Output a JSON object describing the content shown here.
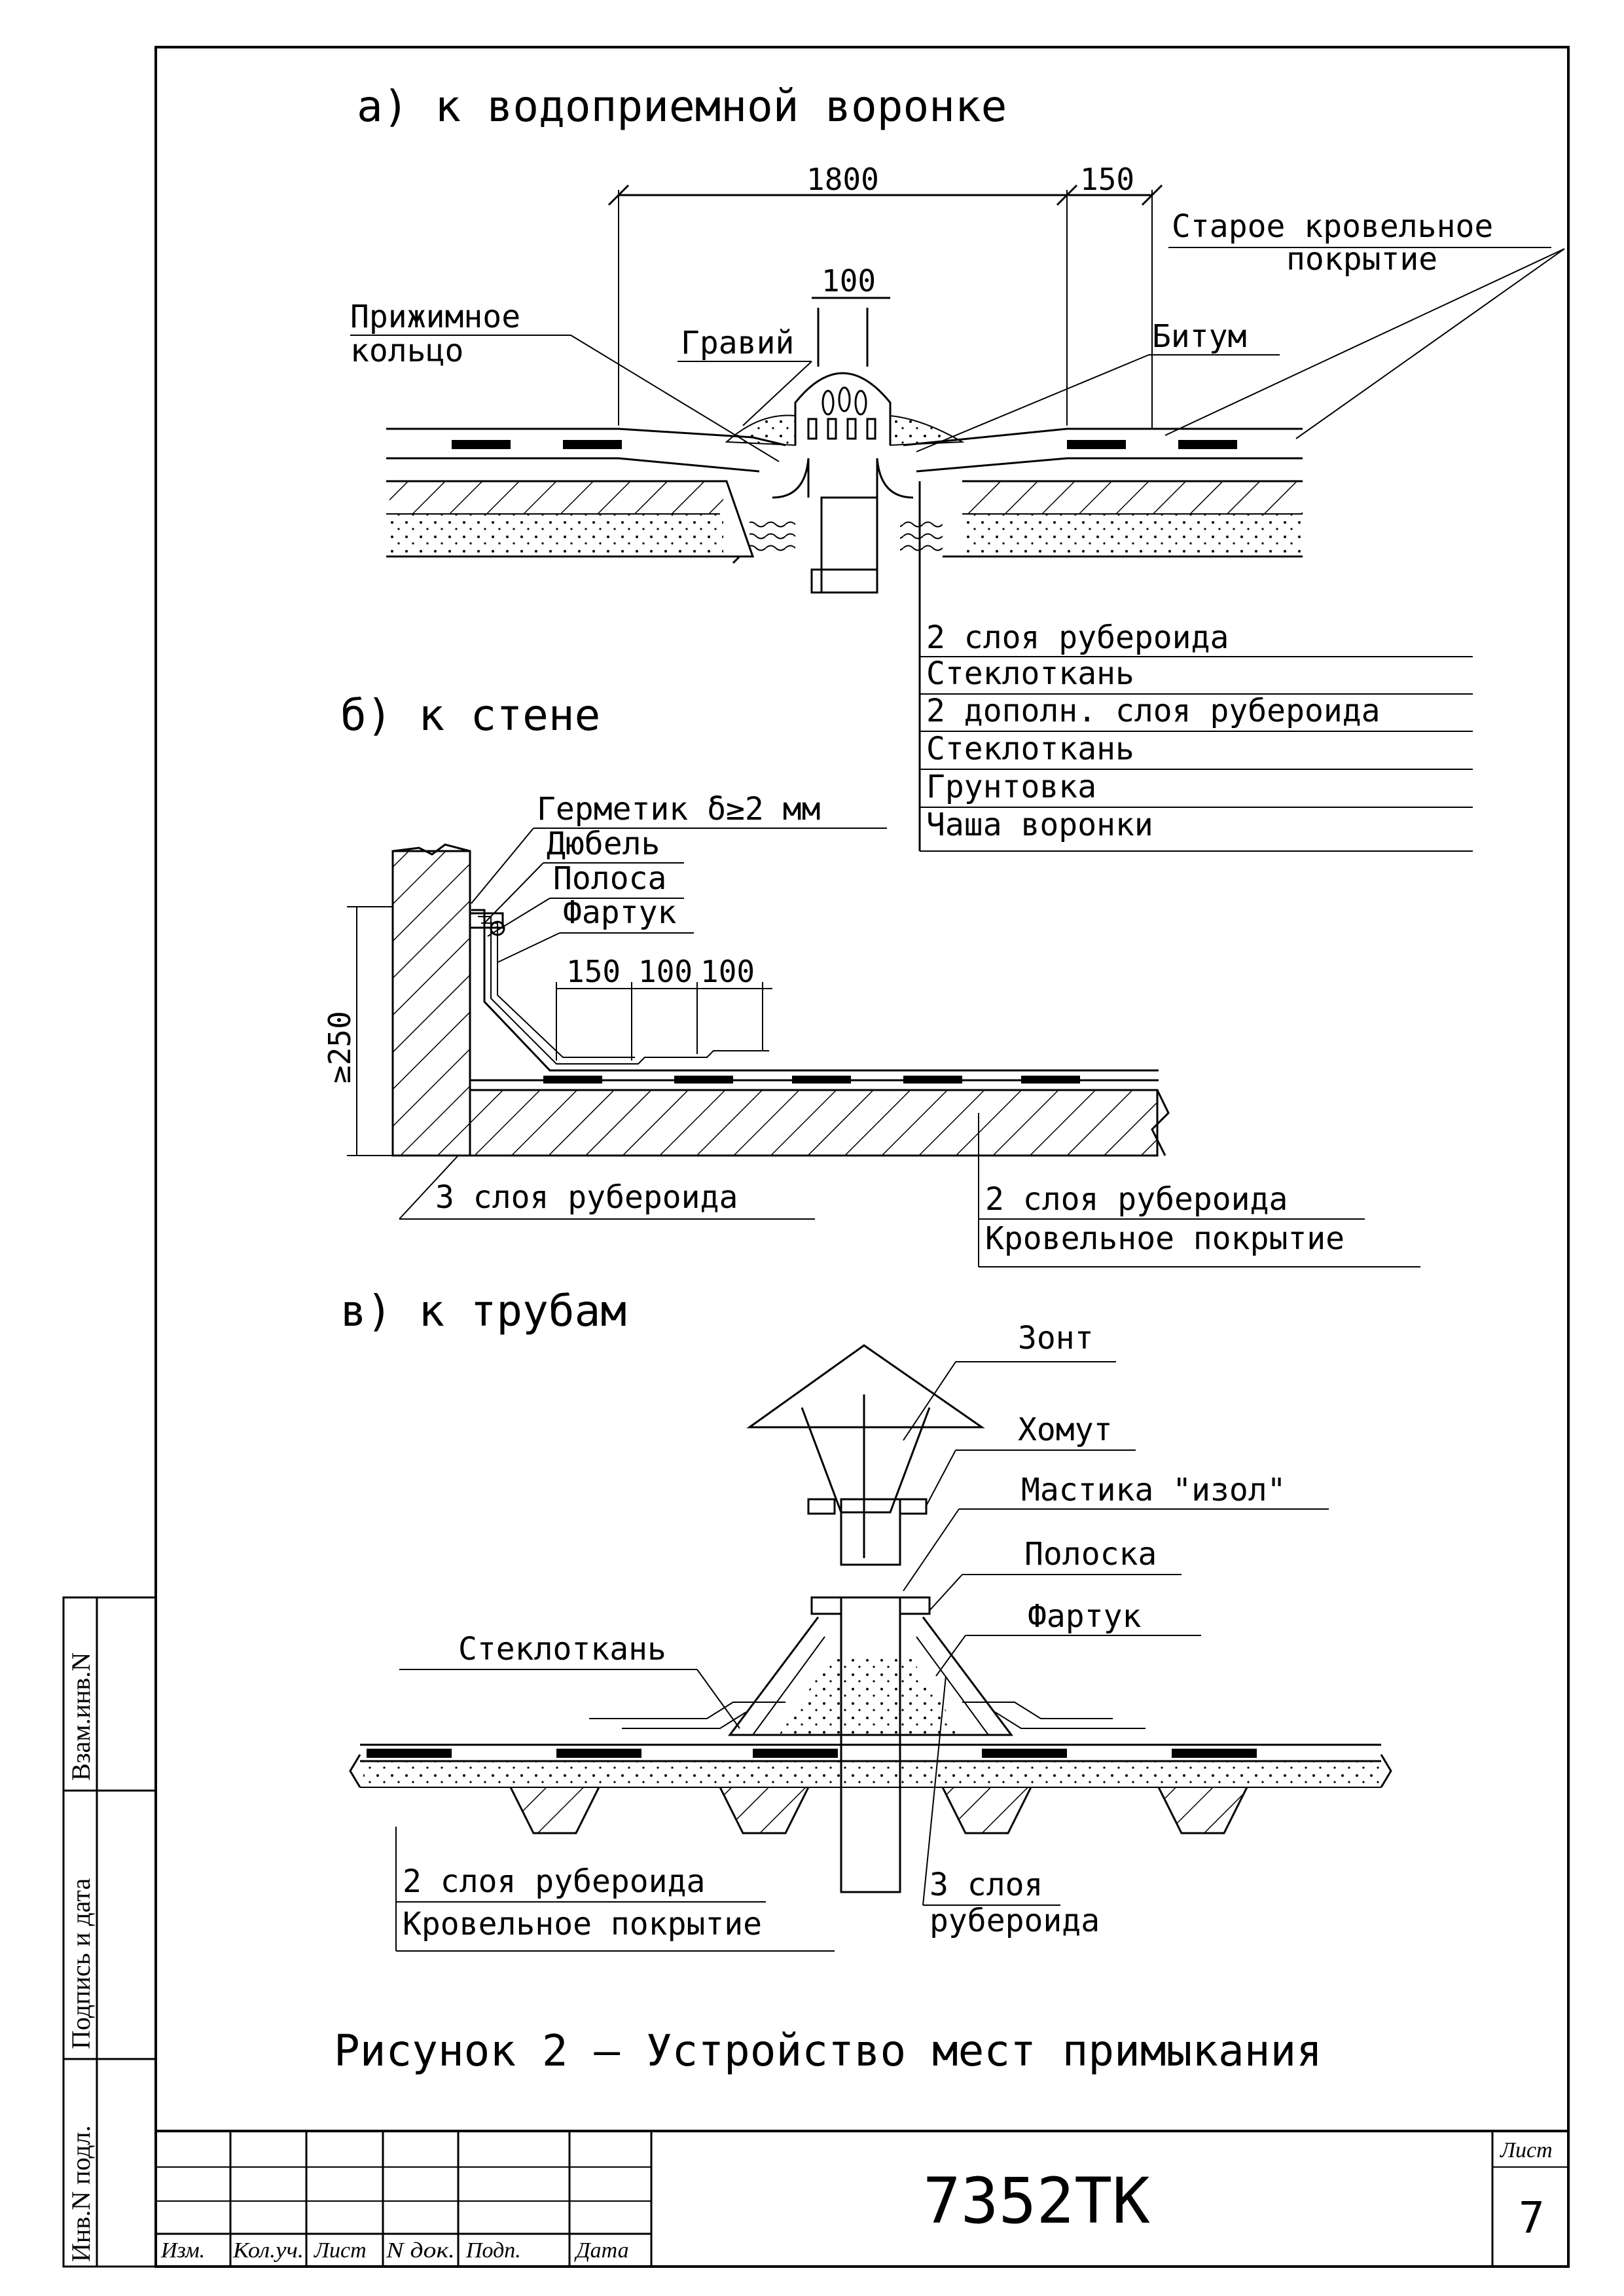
{
  "section_a": {
    "title": "а) к водоприемной воронке",
    "dim_1800": "1800",
    "dim_150": "150",
    "dim_100": "100",
    "label_old_roof_1": "Старое кровельное",
    "label_old_roof_2": "покрытие",
    "label_ring_1": "Прижимное",
    "label_ring_2": "кольцо",
    "label_gravel": "Гравий",
    "label_bitumen": "Битум",
    "layers": [
      "2 слоя рубероида",
      "Стеклоткань",
      "2 дополн. слоя рубероида",
      "Стеклоткань",
      "Грунтовка",
      "Чаша воронки"
    ]
  },
  "section_b": {
    "title": "б) к стене",
    "label_sealant": "Герметик δ≥2 мм",
    "label_dowel": "Дюбель",
    "label_strip": "Полоса",
    "label_apron": "Фартук",
    "dim_250": "≥250",
    "dim_150": "150",
    "dim_100a": "100",
    "dim_100b": "100",
    "label_3layers": "3 слоя рубероида",
    "label_2layers": "2 слоя рубероида",
    "label_roof": "Кровельное покрытие"
  },
  "section_c": {
    "title": "в) к трубам",
    "label_cap": "Зонт",
    "label_clamp": "Хомут",
    "label_mastic": "Мастика \"изол\"",
    "label_strip": "Полоска",
    "label_apron": "Фартук",
    "label_glass": "Стеклоткань",
    "label_2layers": "2 слоя рубероида",
    "label_roof": "Кровельное покрытие",
    "label_3layers_1": "3 слоя",
    "label_3layers_2": "рубероида"
  },
  "caption": "Рисунок 2 – Устройство мест примыкания",
  "side_stamp": {
    "inv_n": "Инв.N подл.",
    "sign_date": "Подпись и дата",
    "vzam": "Взам.инв.N"
  },
  "title_block": {
    "cols": [
      "Изм.",
      "Кол.уч.",
      "Лист",
      "N док.",
      "Подп.",
      "Дата"
    ],
    "code": "7352ТК",
    "sheet_label": "Лист",
    "sheet_no": "7"
  }
}
